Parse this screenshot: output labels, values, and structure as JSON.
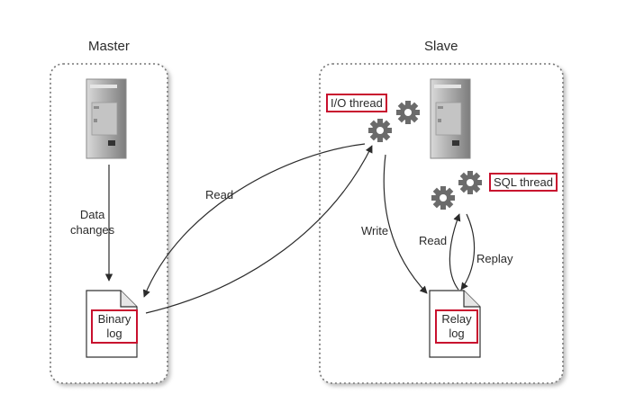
{
  "master": {
    "title": "Master"
  },
  "slave": {
    "title": "Slave"
  },
  "labels": {
    "data_changes_line1": "Data",
    "data_changes_line2": "changes",
    "binary_log_line1": "Binary",
    "binary_log_line2": "log",
    "io_thread": "I/O thread",
    "sql_thread": "SQL thread",
    "read_master": "Read",
    "write": "Write",
    "read_slave": "Read",
    "replay": "Replay",
    "relay_log_line1": "Relay",
    "relay_log_line2": "log"
  },
  "colors": {
    "highlight": "#c8102e",
    "gear": "#6b6b6b",
    "server": "#a9a9a9",
    "panel_border": "#777777"
  },
  "icons": [
    "server-icon",
    "gear-icon",
    "document-icon"
  ]
}
